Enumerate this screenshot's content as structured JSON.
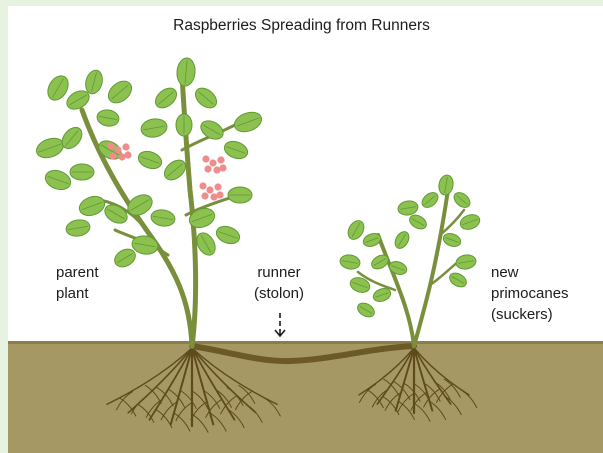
{
  "title": "Raspberries Spreading from Runners",
  "labels": {
    "parent_line1": "parent",
    "parent_line2": "plant",
    "runner_line1": "runner",
    "runner_line2": "(stolon)",
    "new_line1": "new",
    "new_line2": "primocanes",
    "new_line3": "(suckers)"
  },
  "colors": {
    "background": "#e7f3e1",
    "soil": "#a59865",
    "stem": "#7a8f3c",
    "root": "#5e4b1c",
    "leaf": "#8cc150",
    "leaf_dark": "#5f9a35",
    "flower": "#ef8c8c"
  },
  "icons": [
    "down-arrow-icon",
    "flower-icon",
    "leaf-icon"
  ]
}
